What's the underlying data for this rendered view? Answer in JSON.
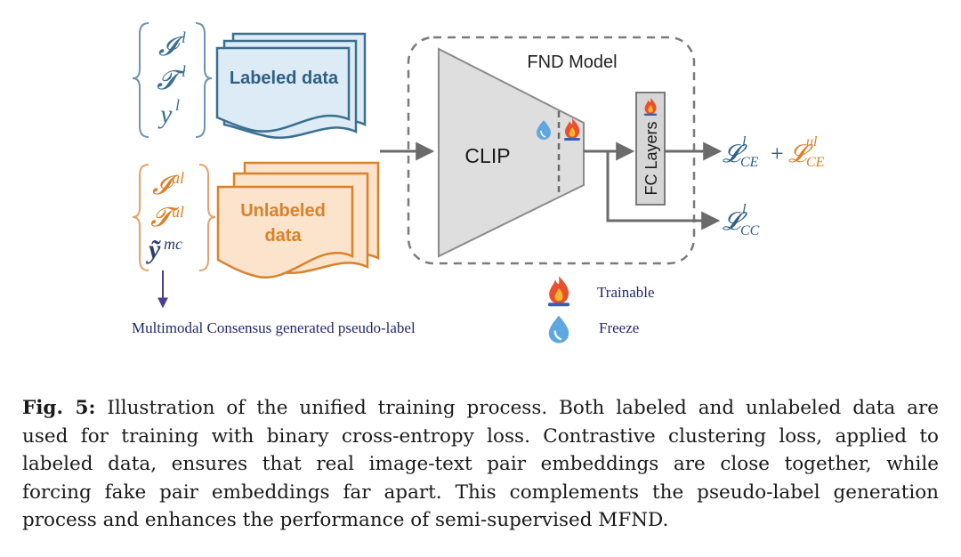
{
  "labeled": {
    "vars": {
      "image": "𝓘",
      "text": "𝓣",
      "label": "y",
      "sup": "l"
    },
    "title": "Labeled data"
  },
  "unlabeled": {
    "vars": {
      "image": "𝓘",
      "text": "𝓣",
      "label": "ỹ",
      "sup": "ul",
      "label_sup": "mc"
    },
    "title_line1": "Unlabeled",
    "title_line2": "data"
  },
  "pseudo_label_note": "Multimodal Consensus generated pseudo-label",
  "model": {
    "title": "FND  Model",
    "encoder": "CLIP",
    "head": "FC Layers"
  },
  "outputs": {
    "ce": {
      "sym": "𝓛",
      "sup1": "l",
      "sub1": "CE",
      "plus": "+",
      "sup2": "ul",
      "sub2": "CE"
    },
    "cc": {
      "sym": "𝓛",
      "sup": "l",
      "sub": "CC"
    }
  },
  "legend": {
    "trainable": "Trainable",
    "freeze": "Freeze"
  },
  "colors": {
    "labeled": "#3a6f8f",
    "labeled_fill": "#dcebf5",
    "unlabeled": "#d9822b",
    "unlabeled_fill": "#fbe3cc",
    "arrow": "#6b6b6b",
    "model_fill": "#dedede",
    "note": "#23286b",
    "output_blue": "#2f5f86"
  },
  "icons": {
    "trainable": "flame-icon",
    "freeze": "water-drop-icon"
  },
  "caption": {
    "label": "Fig. 5:",
    "line1": "Illustration of the unified training process. Both labeled and unlabeled data are",
    "line2": "used for training with binary cross-entropy loss. Contrastive clustering loss, applied to",
    "line3": "labeled data, ensures that real image-text pair embeddings are close together, while",
    "line4": "forcing fake pair embeddings far apart. This complements the pseudo-label generation",
    "line5": "process and enhances the performance of semi-supervised MFND."
  }
}
